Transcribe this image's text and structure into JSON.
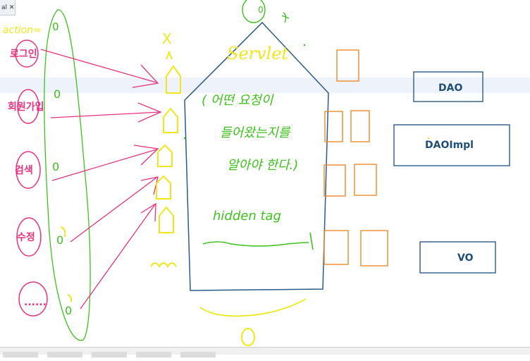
{
  "tab": {
    "label": "al ✕"
  },
  "action_label": "action=",
  "actions": [
    {
      "label": "로그인"
    },
    {
      "label": "회원가입"
    },
    {
      "label": "검색"
    },
    {
      "label": "수정"
    },
    {
      "label": "......"
    }
  ],
  "marks": {
    "x": "X",
    "zero": "0"
  },
  "servlet": {
    "title": "Servlet",
    "note_lines": [
      "( 어떤 요청이",
      "들어왔는지를",
      "알아야 한다.)"
    ],
    "hidden_tag": "hidden tag"
  },
  "boxes": {
    "dao": "DAO",
    "daoimpl": "DAOImpl",
    "vo": "VO"
  },
  "colors": {
    "pink": "#e8327f",
    "green": "#3cc21a",
    "yellow": "#f2e61a",
    "blue": "#2a5a8a",
    "orange": "#ee8a2a"
  }
}
